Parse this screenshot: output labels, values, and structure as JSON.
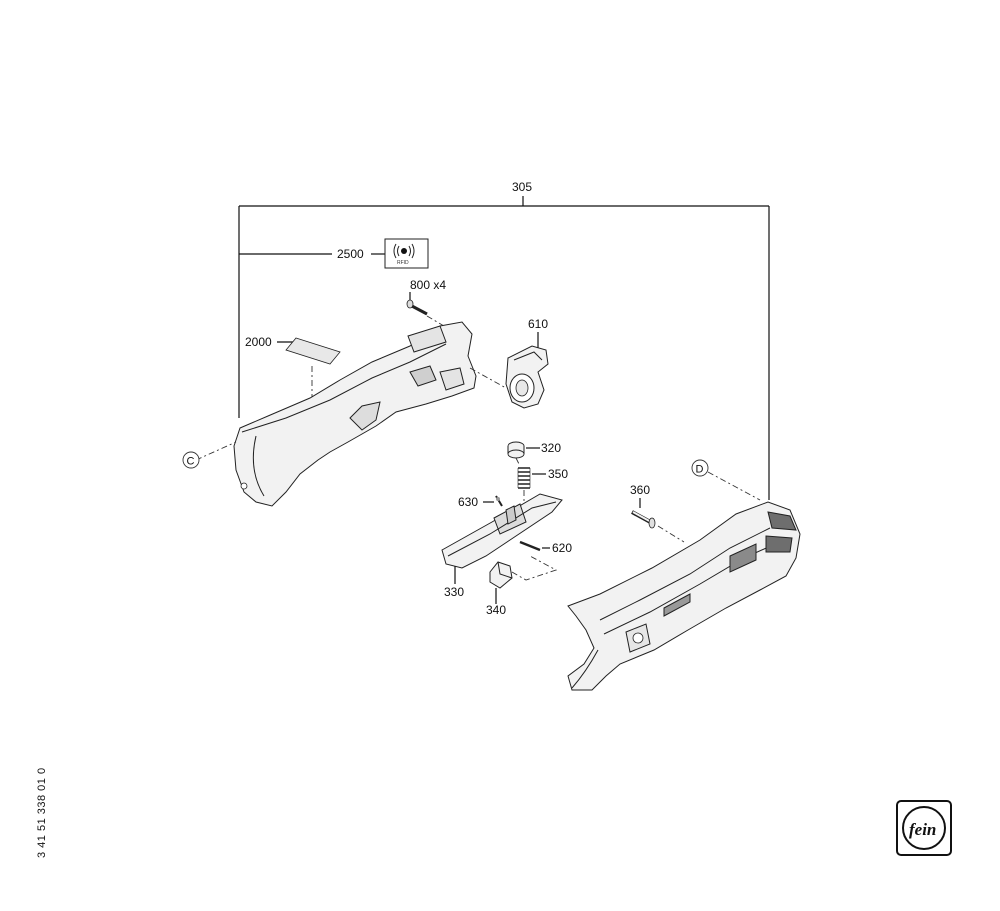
{
  "diagram": {
    "labels": {
      "p305": "305",
      "p2500": "2500",
      "p800": "800 x4",
      "p2000": "2000",
      "p610": "610",
      "p320": "320",
      "p350": "350",
      "p630": "630",
      "p620": "620",
      "p330": "330",
      "p340": "340",
      "p360": "360",
      "ref_c": "C",
      "ref_d": "D",
      "rfid": "RFID"
    }
  },
  "document_number": "3 41 51 338 01 0",
  "logo": {
    "text": "fein",
    "icon": "fein-logo-icon"
  },
  "colors": {
    "line": "#111111",
    "part_fill": "#f2f2f2",
    "part_dark": "#6e6e6e"
  }
}
